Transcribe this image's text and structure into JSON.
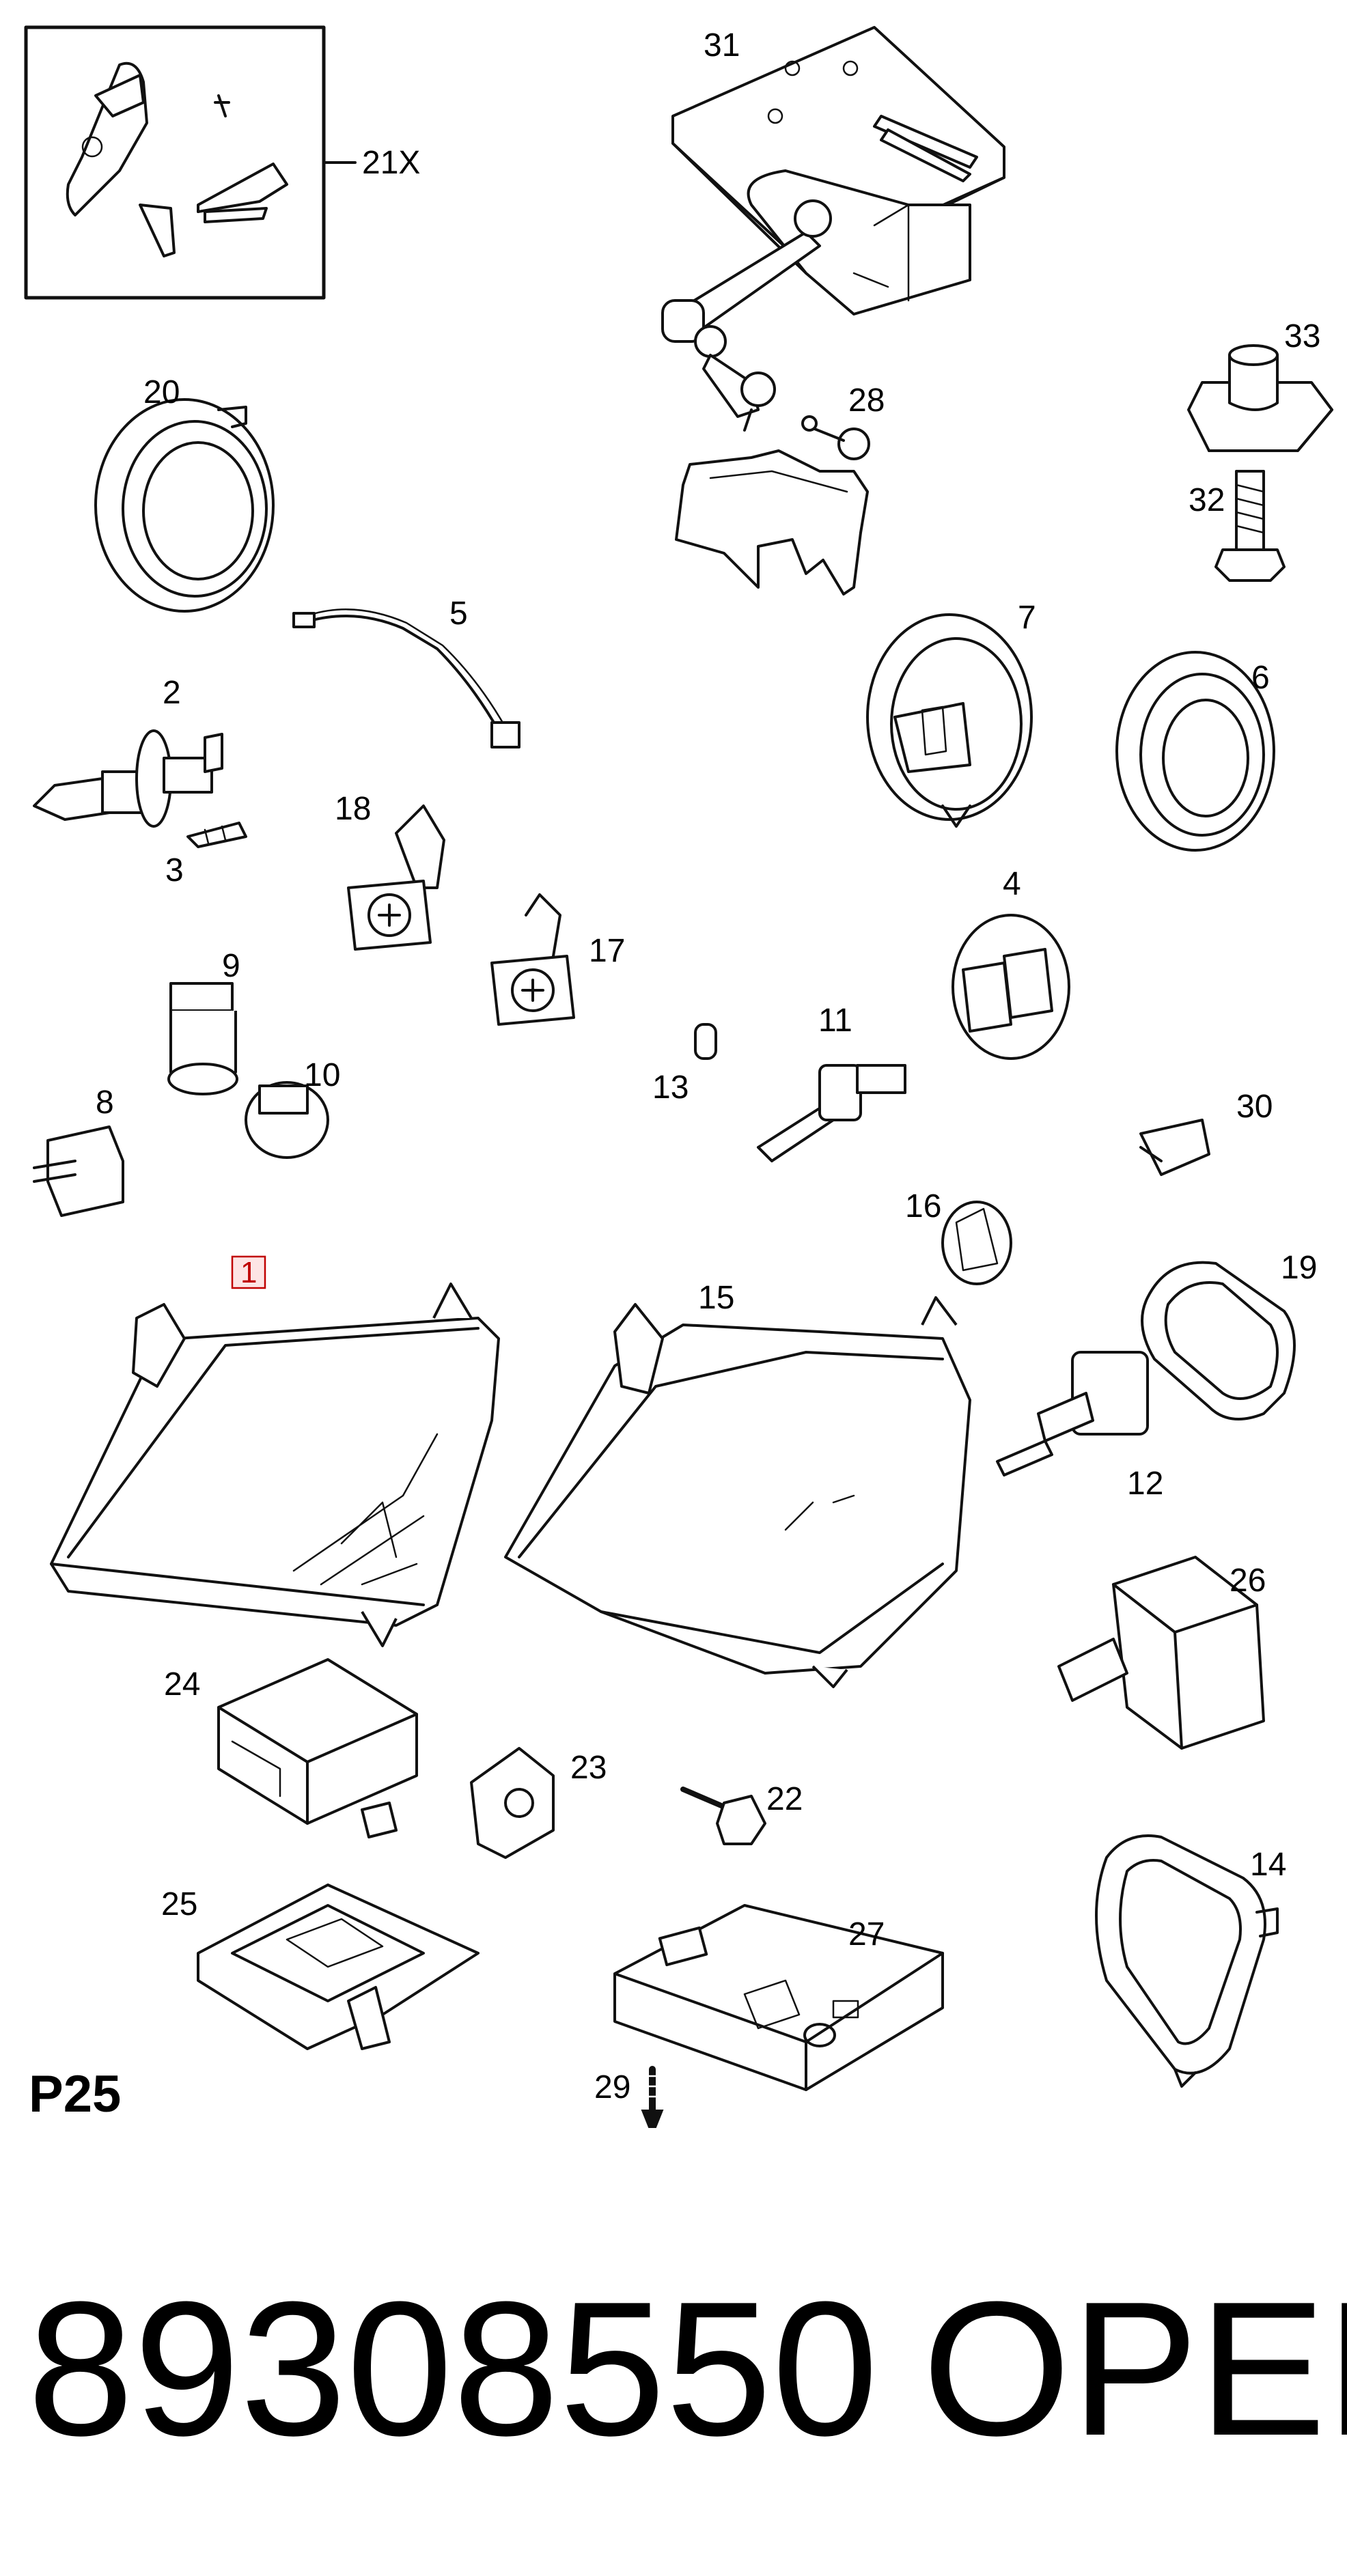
{
  "callouts": {
    "c21x": "21X",
    "c31": "31",
    "c33": "33",
    "c20": "20",
    "c28": "28",
    "c32": "32",
    "c5": "5",
    "c7": "7",
    "c6": "6",
    "c2": "2",
    "c3": "3",
    "c18": "18",
    "c17": "17",
    "c4": "4",
    "c9": "9",
    "c10": "10",
    "c11": "11",
    "c13": "13",
    "c8": "8",
    "c30": "30",
    "c16": "16",
    "c19": "19",
    "c1": "1",
    "c15": "15",
    "c12": "12",
    "c26": "26",
    "c24": "24",
    "c23": "23",
    "c22": "22",
    "c14": "14",
    "c25": "25",
    "c27": "27",
    "c29": "29"
  },
  "page_code": "P25",
  "part_number": "89308550",
  "brand": "OPEL",
  "colors": {
    "highlight": "#c00000",
    "highlight_box_fill": "#fde5e5",
    "line": "#111111"
  }
}
